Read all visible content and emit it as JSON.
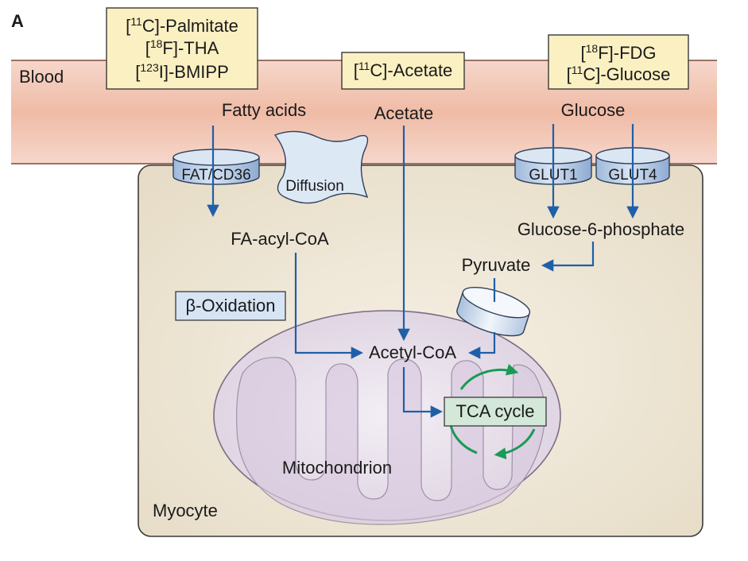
{
  "figure": {
    "panel_label": "A",
    "compartments": {
      "blood": "Blood",
      "myocyte": "Myocyte",
      "mitochondrion": "Mitochondrion"
    },
    "tracers": {
      "fatty_acid": [
        {
          "pre": "[",
          "sup": "11",
          "post": "C]-Palmitate"
        },
        {
          "pre": "[",
          "sup": "18",
          "post": "F]-THA"
        },
        {
          "pre": "[",
          "sup": "123",
          "post": "I]-BMIPP"
        }
      ],
      "acetate": [
        {
          "pre": "[",
          "sup": "11",
          "post": "C]-Acetate"
        }
      ],
      "glucose": [
        {
          "pre": "[",
          "sup": "18",
          "post": "F]-FDG"
        },
        {
          "pre": "[",
          "sup": "11",
          "post": "C]-Glucose"
        }
      ]
    },
    "substrates": {
      "fatty_acids": "Fatty acids",
      "acetate": "Acetate",
      "glucose": "Glucose"
    },
    "transporters": {
      "fat_cd36": "FAT/CD36",
      "diffusion": "Diffusion",
      "glut1": "GLUT1",
      "glut4": "GLUT4"
    },
    "metabolites": {
      "fa_acyl_coa": "FA-acyl-CoA",
      "glucose_6_phosphate": "Glucose-6-phosphate",
      "pyruvate": "Pyruvate",
      "acetyl_coa": "Acetyl-CoA",
      "beta_oxidation": "β-Oxidation",
      "tca_cycle": "TCA cycle"
    },
    "colors": {
      "blood_band": "#f1c0ad",
      "cell": "#ece4d3",
      "mitochondrion": "#e7dfe9",
      "tracer_box": "#fbf0c2",
      "transporter": "#b9cde6",
      "flow_arrow": "#1f5fa8",
      "tca_arrow": "#1a9a55",
      "tca_box": "#d3e8d8"
    }
  }
}
